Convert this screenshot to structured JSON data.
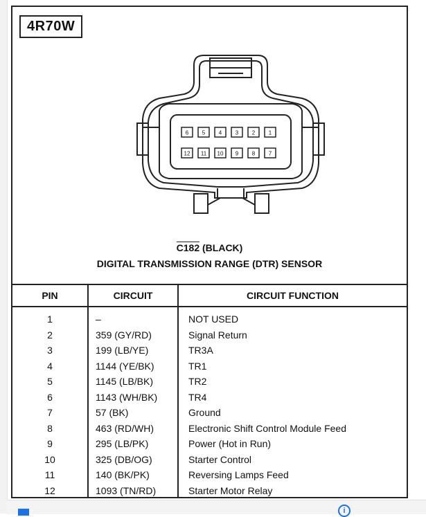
{
  "model": "4R70W",
  "connector": {
    "id": "C182",
    "color": "(BLACK)",
    "description": "DIGITAL TRANSMISSION RANGE (DTR) SENSOR",
    "top_row_pins": [
      "6",
      "5",
      "4",
      "3",
      "2",
      "1"
    ],
    "bottom_row_pins": [
      "12",
      "11",
      "10",
      "9",
      "8",
      "7"
    ]
  },
  "table": {
    "headers": {
      "pin": "PIN",
      "circuit": "CIRCUIT",
      "function": "CIRCUIT FUNCTION"
    },
    "rows": [
      {
        "pin": "1",
        "circuit": "–",
        "function": "NOT USED"
      },
      {
        "pin": "2",
        "circuit": "359 (GY/RD)",
        "function": "Signal Return"
      },
      {
        "pin": "3",
        "circuit": "199 (LB/YE)",
        "function": "TR3A"
      },
      {
        "pin": "4",
        "circuit": "1144 (YE/BK)",
        "function": "TR1"
      },
      {
        "pin": "5",
        "circuit": "1145 (LB/BK)",
        "function": "TR2"
      },
      {
        "pin": "6",
        "circuit": "1143 (WH/BK)",
        "function": "TR4"
      },
      {
        "pin": "7",
        "circuit": "57 (BK)",
        "function": "Ground"
      },
      {
        "pin": "8",
        "circuit": "463 (RD/WH)",
        "function": "Electronic Shift Control Module Feed"
      },
      {
        "pin": "9",
        "circuit": "295 (LB/PK)",
        "function": "Power (Hot in Run)"
      },
      {
        "pin": "10",
        "circuit": "325 (DB/OG)",
        "function": "Starter Control"
      },
      {
        "pin": "11",
        "circuit": "140 (BK/PK)",
        "function": "Reversing Lamps Feed"
      },
      {
        "pin": "12",
        "circuit": "1093 (TN/RD)",
        "function": "Starter Motor Relay"
      }
    ]
  },
  "colors": {
    "line": "#222222",
    "background": "#ffffff",
    "accent": "#1a73e8"
  },
  "icons": {
    "strip_left": "square-icon",
    "strip_right": "info-icon"
  }
}
